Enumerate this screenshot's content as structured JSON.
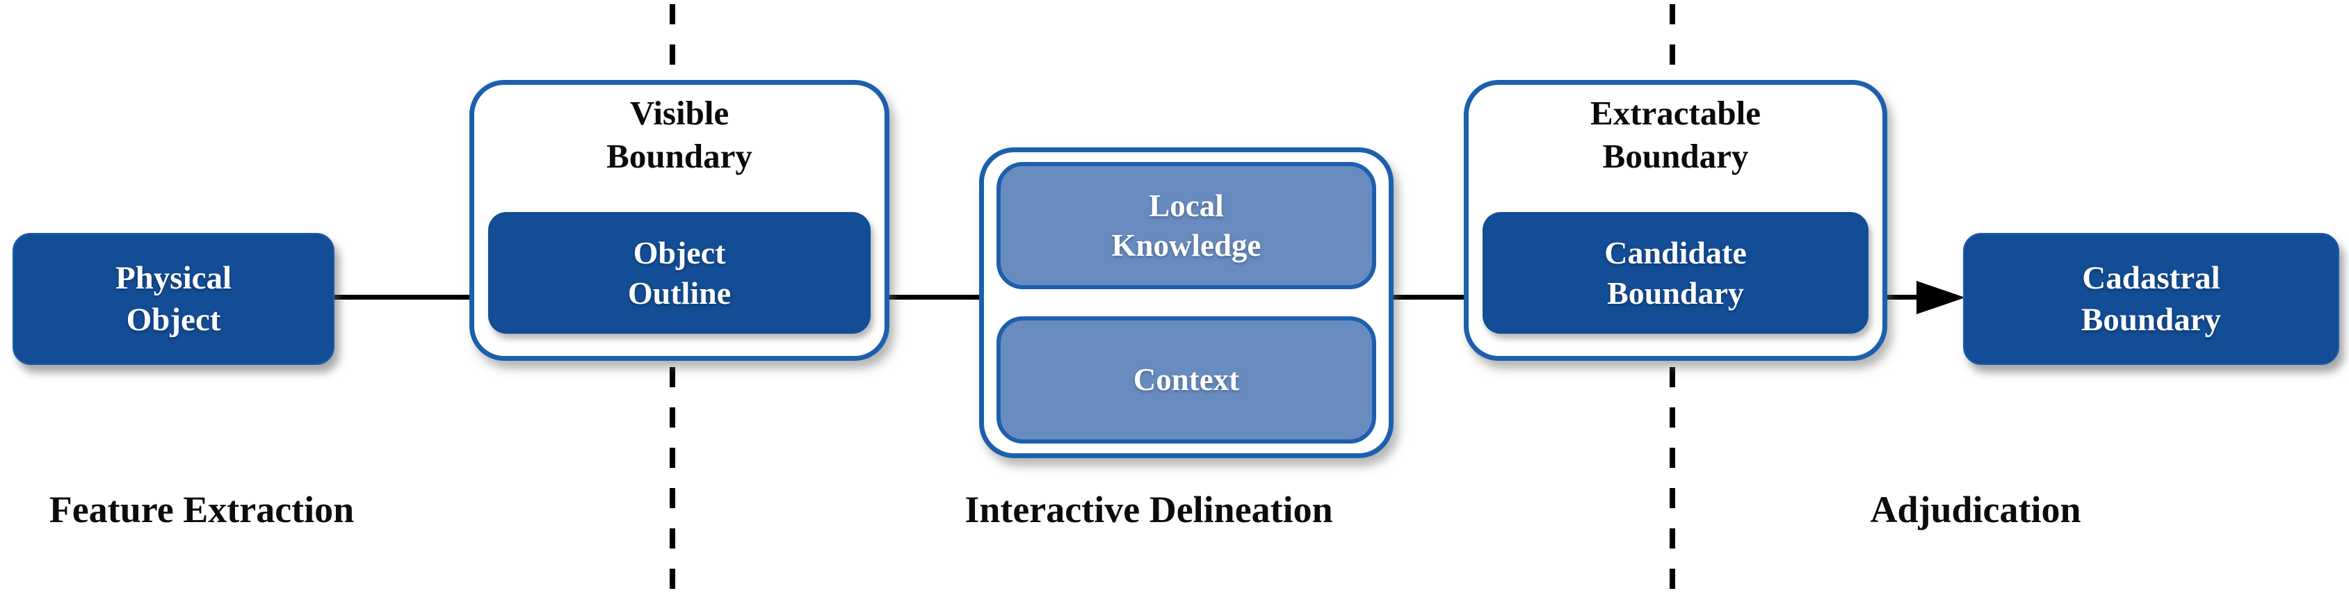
{
  "colors": {
    "dark_blue": "#134d96",
    "steel_blue": "#688cc0",
    "border_blue": "#1d5fae",
    "line_black": "#000000"
  },
  "nodes": {
    "physical_object": {
      "label": "Physical\nObject"
    },
    "visible_boundary": {
      "title": "Visible\nBoundary",
      "inner": {
        "label": "Object\nOutline"
      }
    },
    "interactive_inputs": {
      "local_knowledge": {
        "label": "Local\nKnowledge"
      },
      "context": {
        "label": "Context"
      }
    },
    "extractable_boundary": {
      "title": "Extractable\nBoundary",
      "inner": {
        "label": "Candidate\nBoundary"
      }
    },
    "cadastral_boundary": {
      "label": "Cadastral\nBoundary"
    }
  },
  "phases": [
    {
      "label": "Feature Extraction"
    },
    {
      "label": "Interactive Delineation"
    },
    {
      "label": "Adjudication"
    }
  ]
}
